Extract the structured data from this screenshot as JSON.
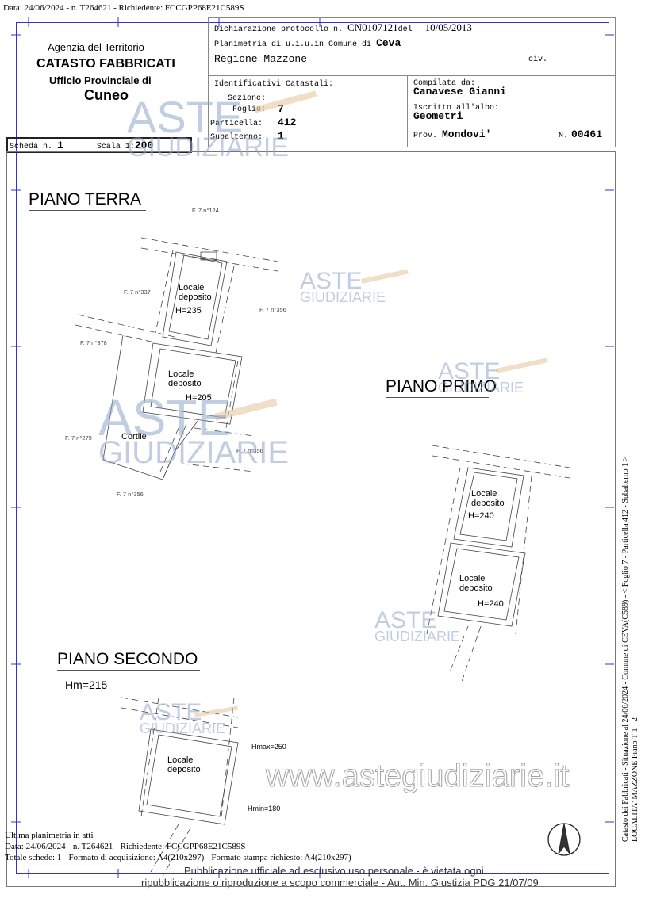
{
  "top_line": "Data: 24/06/2024 - n. T264621 - Richiedente: FCCGPP68E21C589S",
  "header": {
    "agency": "Agenzia del Territorio",
    "catasto": "CATASTO FABBRICATI",
    "ufficio": "Ufficio Provinciale di",
    "provincia": "Cuneo",
    "dichiarazione_label": "Dichiarazione protocollo n.",
    "protocollo": "CN0107121",
    "del_label": "del",
    "data_protocollo": "10/05/2013",
    "planimetria_label": "Planimetria di u.i.u.in Comune di",
    "comune": "Ceva",
    "indirizzo": "Regione Mazzone",
    "civ_label": "civ.",
    "identificativi_label": "Identificativi Catastali:",
    "sezione_label": "Sezione:",
    "foglio_label": "Foglio:",
    "foglio": "7",
    "particella_label": "Particella:",
    "particella": "412",
    "subalterno_label": "Subalterno:",
    "subalterno": "1",
    "compilata_label": "Compilata da:",
    "compilata": "Canavese Gianni",
    "albo_label": "Iscritto all'albo:",
    "albo": "Geometri",
    "prov_label": "Prov.",
    "prov": "Mondovi'",
    "n_label": "N.",
    "n": "00461",
    "scheda_label": "Scheda n.",
    "scheda": "1",
    "scala_label": "Scala 1:",
    "scala": "200"
  },
  "plans": {
    "terra": {
      "title": "PIANO TERRA",
      "refs": [
        "F. 7 n°124",
        "F. 7 n°337",
        "F. 7 n°356",
        "F. 7 n°378",
        "F. 7 n°279",
        "F. 7 n°356",
        "F. 7 n°356"
      ],
      "room1": {
        "name": "Locale\ndeposito",
        "h": "H=235"
      },
      "room2": {
        "name": "Locale\ndeposito",
        "h": "H=205"
      },
      "cortile": "Cortile"
    },
    "primo": {
      "title": "PIANO PRIMO",
      "room1": {
        "name": "Locale\ndeposito",
        "h": "H=240"
      },
      "room2": {
        "name": "Locale\ndeposito",
        "h": "H=240"
      }
    },
    "secondo": {
      "title": "PIANO SECONDO",
      "hm": "Hm=215",
      "room": {
        "name": "Locale\ndeposito"
      },
      "hmax": "Hmax=250",
      "hmin": "Hmin=180"
    }
  },
  "side_text": {
    "line1": "Catasto dei Fabbricati - Situazione al 24/06/2024 - Comune di CEVA(C589) - < Foglio 7 - Particella 412 - Subalterno 1 >",
    "line2": "LOCALITA' MAZZONE Piano T-1 - 2"
  },
  "footer": {
    "ultima": "Ultima planimetria in atti",
    "data_line": "Data: 24/06/2024 - n. T264621 - Richiedente: FCCGPP68E21C589S",
    "totale": "Totale schede: 1 - Formato di acquisizione: A4(210x297) - Formato stampa richiesto: A4(210x297)",
    "pub1": "Pubblicazione ufficiale ad esclusivo uso personale - è vietata ogni",
    "pub2": "ripubblicazione o riproduzione a scopo commerciale - Aut. Min. Giustizia PDG 21/07/09"
  },
  "watermark": {
    "aste": "ASTE",
    "giudiziarie": "GIUDIZIARIE",
    "url": "www.astegiudiziarie.it"
  },
  "icons": {
    "north_arrow": "north-arrow-icon"
  },
  "colors": {
    "frame": "#3333cc",
    "watermark": "#8fa7c9",
    "gavel": "#e8c9a0"
  }
}
